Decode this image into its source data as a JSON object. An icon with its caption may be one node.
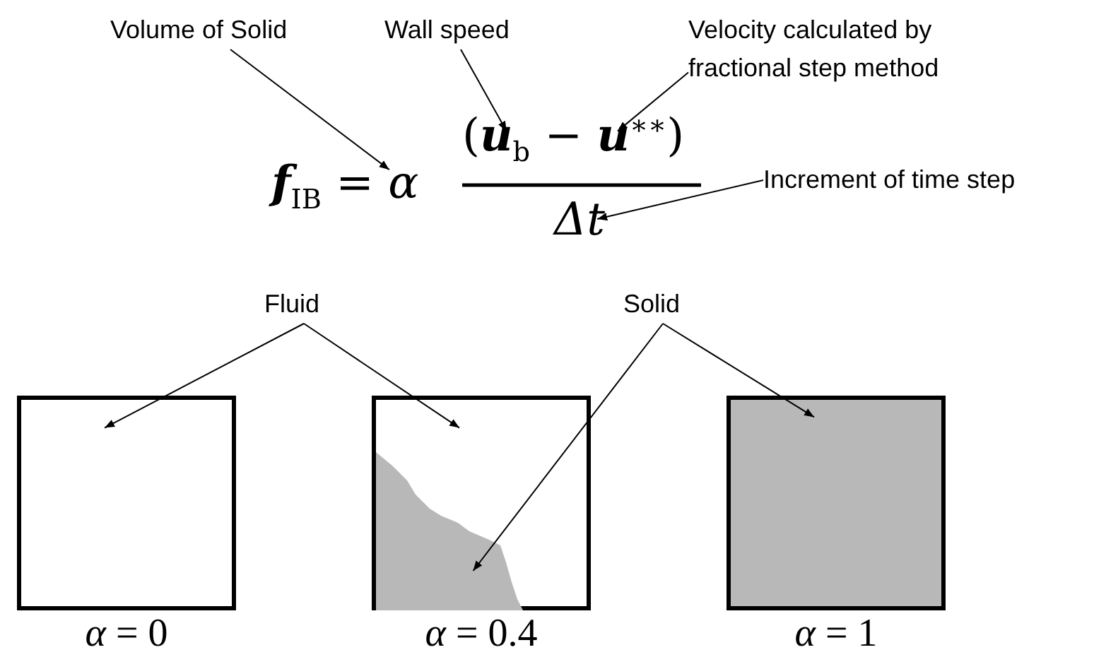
{
  "diagram": {
    "nodes": [
      {
        "text": [
          "Volume of Solid"
        ]
      },
      {
        "text": [
          "Wall speed"
        ]
      },
      {
        "text": [
          "Velocity calculated by fractional step method"
        ]
      },
      {
        "text": [
          "Increment of time step"
        ]
      },
      {
        "text": [
          "**f**$_{IB}$ = *α*"
        ]
      },
      {
        "text": [
          "(**u**$_{b}$ − **u**$^{∗∗}$)"
        ]
      },
      {
        "text": [
          "Δt"
        ]
      },
      {
        "text": [
          "Fluid"
        ]
      },
      {
        "text": [
          "Solid"
        ]
      },
      {
        "text": [],
        "shape": "box",
        "beside": [
          "*α* = 0"
        ]
      },
      {
        "text": [],
        "shape": "box",
        "beside": [
          "*α* = 0.4"
        ]
      },
      {
        "text": [],
        "shape": "area",
        "in": 10
      },
      {
        "text": [],
        "shape": "box",
        "beside": [
          "*α* = 1"
        ]
      }
    ],
    "edges": [
      {
        "from": 0,
        "to": 4,
        "arrow": "to"
      },
      {
        "from": 1,
        "to": 5,
        "arrow": "to"
      },
      {
        "from": 2,
        "to": 5,
        "arrow": "to"
      },
      {
        "from": 3,
        "to": 6,
        "arrow": "to"
      },
      {
        "from": 7,
        "to": 9,
        "arrow": "to"
      },
      {
        "from": 7,
        "to": 10,
        "arrow": "to"
      },
      {
        "from": 8,
        "to": 11,
        "arrow": "to"
      },
      {
        "from": 8,
        "to": 12,
        "arrow": "to"
      }
    ]
  }
}
